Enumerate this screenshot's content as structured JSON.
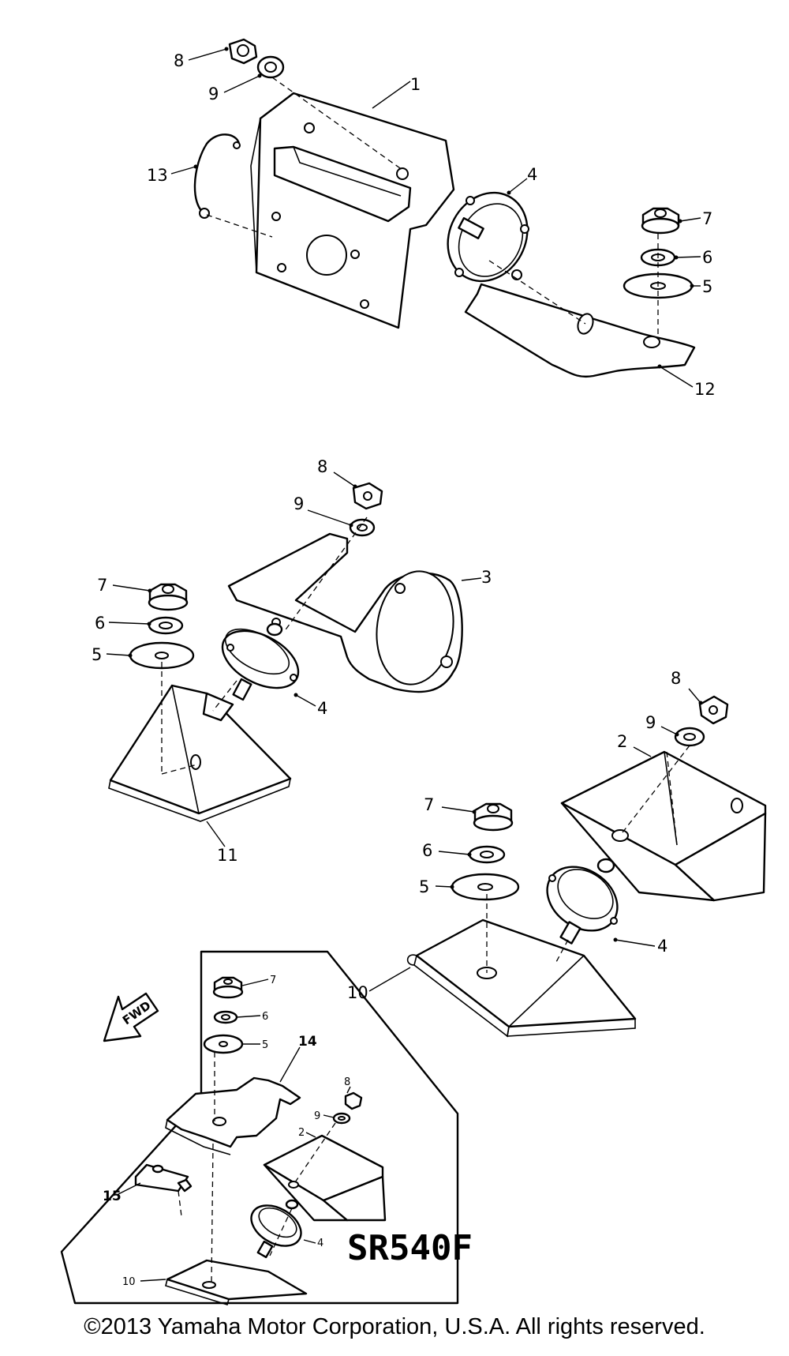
{
  "callouts": {
    "top": [
      "8",
      "9",
      "1",
      "13",
      "4",
      "7",
      "6",
      "5",
      "12"
    ],
    "middle": [
      "8",
      "9",
      "3",
      "7",
      "6",
      "5",
      "4",
      "11"
    ],
    "right": [
      "8",
      "9",
      "2",
      "7",
      "6",
      "5",
      "4",
      "10"
    ],
    "inset": [
      "7",
      "6",
      "5",
      "14",
      "8",
      "9",
      "2",
      "15",
      "4",
      "10"
    ]
  },
  "inset": {
    "model_label": "SR540F",
    "fwd_label": "FWD"
  },
  "footer": {
    "copyright": "©2013 Yamaha Motor Corporation, U.S.A. All rights reserved."
  }
}
